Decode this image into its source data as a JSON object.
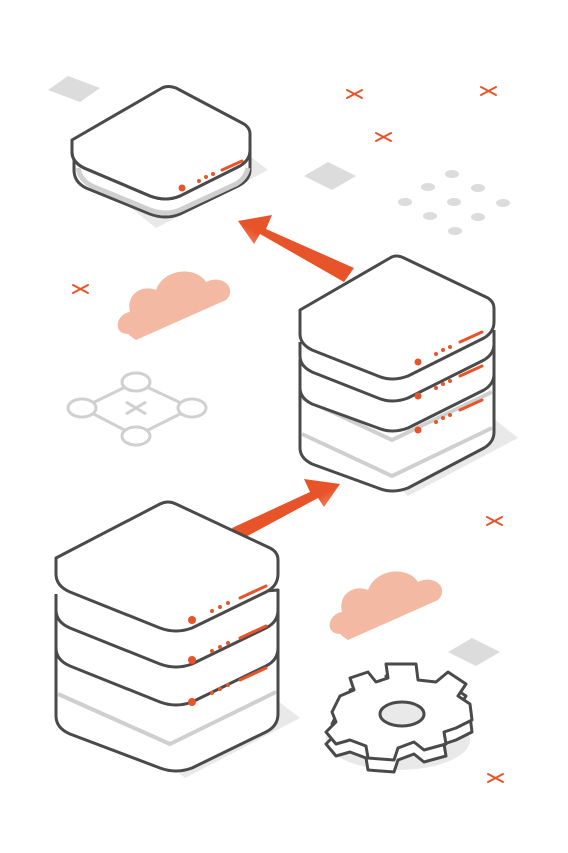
{
  "illustration": {
    "palette": {
      "outline": "#4a4a4a",
      "body": "#ffffff",
      "separator": "#d0d0d0",
      "accent": "#e8542a",
      "cloud": "#f3b9a2",
      "shadow": "#e9e9e9",
      "decor": "#dadada"
    },
    "elements": {
      "top_unit": "single-layer-server",
      "middle_unit": "three-layer-server-stack",
      "bottom_unit": "three-layer-server-stack",
      "arrows": 2,
      "clouds": 2,
      "gear": "gear-icon",
      "network": "network-node-icon",
      "marks": "x-marks"
    }
  }
}
